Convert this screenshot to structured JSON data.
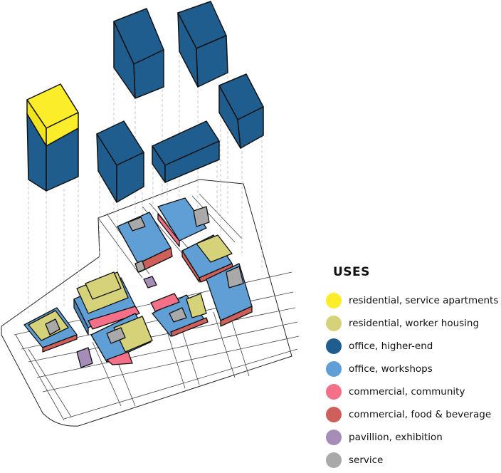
{
  "legend": {
    "title": "USES",
    "items": [
      {
        "label": "residential, service apartments",
        "color": "#fced2a",
        "icon": "yellow-circle"
      },
      {
        "label": "residential, worker housing",
        "color": "#d6d27a",
        "icon": "olive-circle"
      },
      {
        "label": "office, higher-end",
        "color": "#1f5d8f",
        "icon": "dark-blue-circle"
      },
      {
        "label": "office, workshops",
        "color": "#5f9fd6",
        "icon": "light-blue-circle"
      },
      {
        "label": "commercial, community",
        "color": "#f47088",
        "icon": "pink-circle"
      },
      {
        "label": "commercial, food & beverage",
        "color": "#cf5f5a",
        "icon": "red-circle"
      },
      {
        "label": "pavillion, exhibition",
        "color": "#a58db8",
        "icon": "purple-circle"
      },
      {
        "label": "service",
        "color": "#a9a9a9",
        "icon": "grey-circle"
      }
    ]
  },
  "colors": {
    "office_high": "#1f5d8f",
    "office_high_side": "#184b76",
    "office_work": "#5f9fd6",
    "res_service": "#fced2a",
    "res_worker": "#d6d27a",
    "comm_community": "#f47088",
    "comm_food": "#cf5f5a",
    "pavilion": "#a58db8",
    "service": "#a9a9a9"
  }
}
